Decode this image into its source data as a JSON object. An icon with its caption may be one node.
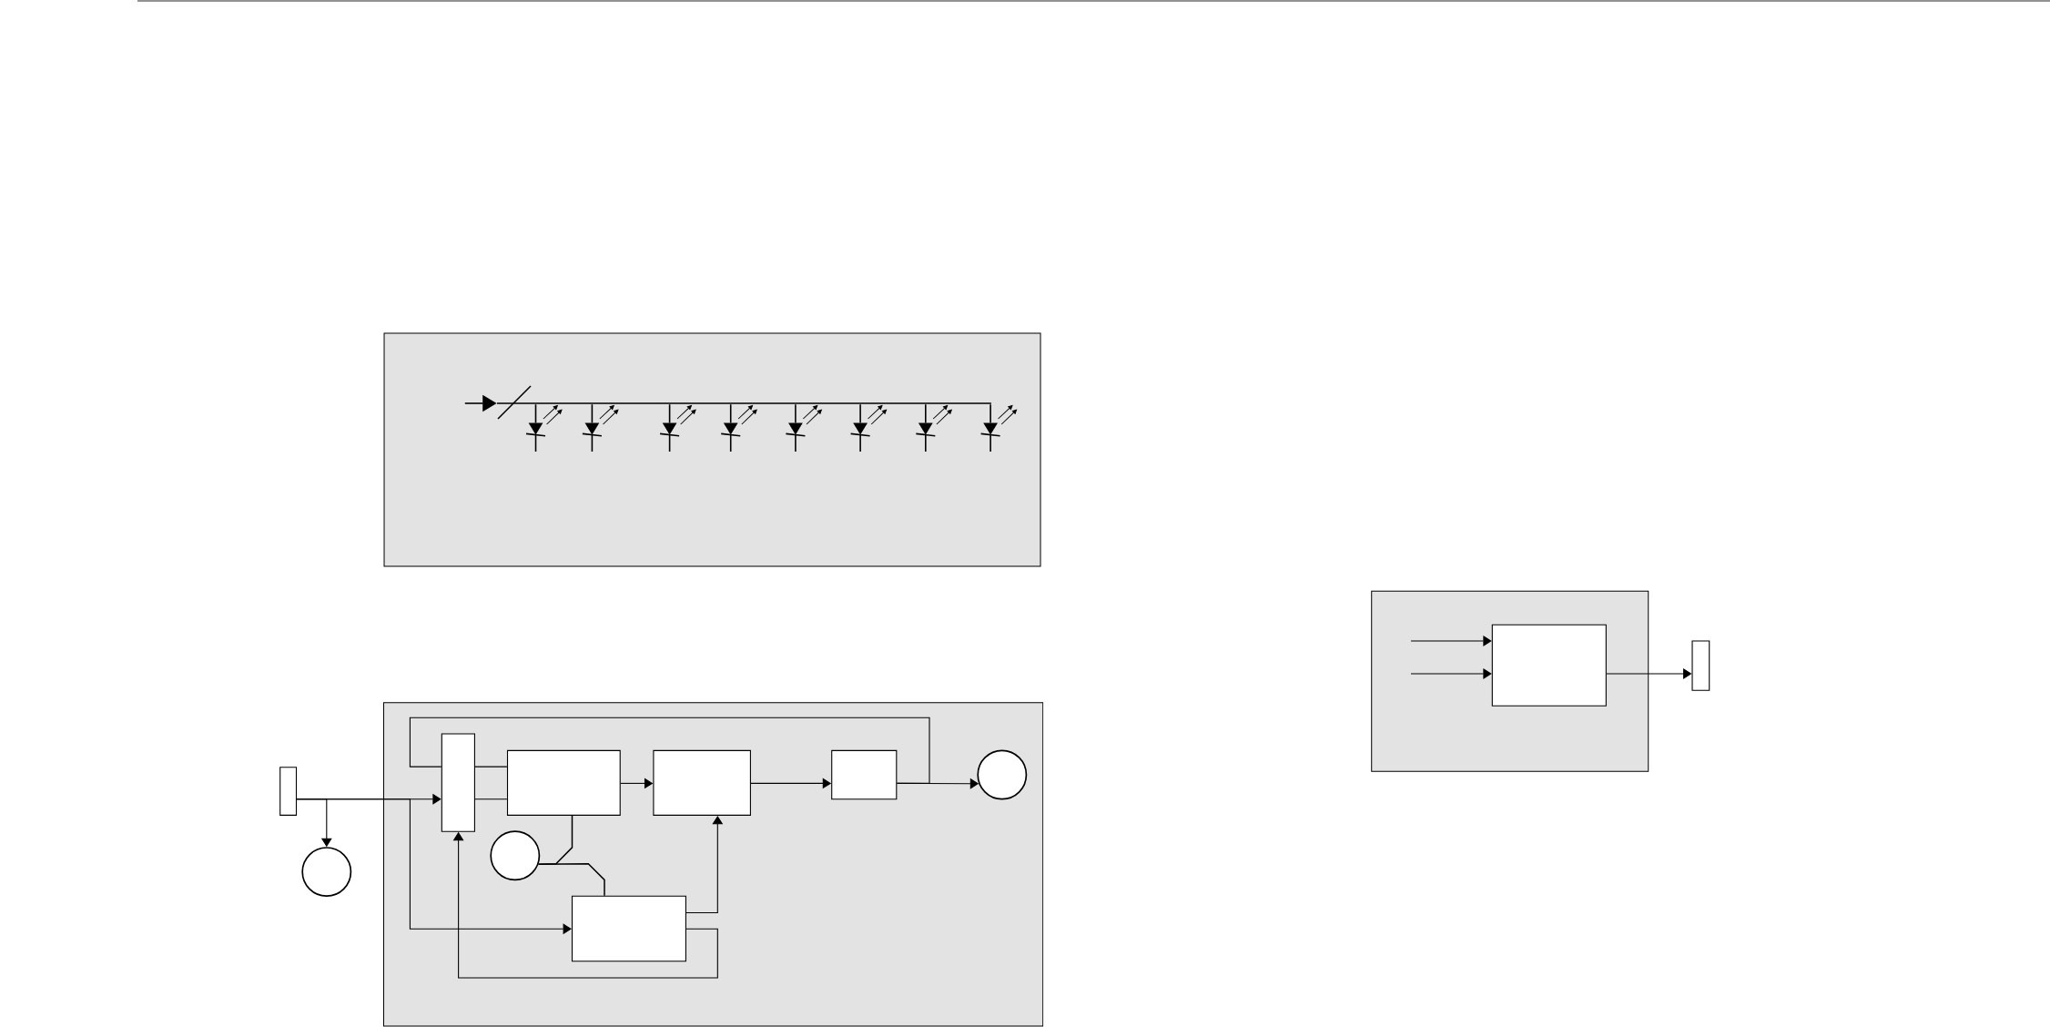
{
  "diagram": {
    "nodes": [
      {
        "text": [],
        "shape": "box"
      },
      {
        "text": [],
        "shape": "bar",
        "in": 0
      },
      {
        "text": [],
        "shape": "led",
        "in": 0
      },
      {
        "text": [],
        "shape": "led",
        "in": 0
      },
      {
        "text": [],
        "shape": "led",
        "in": 0
      },
      {
        "text": [],
        "shape": "led",
        "in": 0
      },
      {
        "text": [],
        "shape": "led",
        "in": 0
      },
      {
        "text": [],
        "shape": "led",
        "in": 0
      },
      {
        "text": [],
        "shape": "led",
        "in": 0
      },
      {
        "text": [],
        "shape": "led",
        "in": 0
      },
      {
        "text": [],
        "shape": "box"
      },
      {
        "text": [],
        "shape": "circle"
      },
      {
        "text": [],
        "shape": "box"
      },
      {
        "text": [],
        "shape": "box",
        "in": 12
      },
      {
        "text": [],
        "shape": "box",
        "in": 12
      },
      {
        "text": [],
        "shape": "box",
        "in": 12
      },
      {
        "text": [],
        "shape": "box",
        "in": 12
      },
      {
        "text": [],
        "shape": "circle",
        "in": 12
      },
      {
        "text": [],
        "shape": "circle",
        "in": 12
      },
      {
        "text": [],
        "shape": "box",
        "in": 12
      },
      {
        "text": [],
        "shape": "box"
      },
      {
        "text": [],
        "shape": "box",
        "in": 20
      },
      {
        "text": [],
        "shape": "box"
      }
    ],
    "edges": [
      {
        "from": null,
        "to": 1,
        "arrow": "to"
      },
      {
        "from": 1,
        "to": 2,
        "arrow": "none"
      },
      {
        "from": 1,
        "to": 3,
        "arrow": "none"
      },
      {
        "from": 1,
        "to": 4,
        "arrow": "none"
      },
      {
        "from": 1,
        "to": 5,
        "arrow": "none"
      },
      {
        "from": 1,
        "to": 6,
        "arrow": "none"
      },
      {
        "from": 1,
        "to": 7,
        "arrow": "none"
      },
      {
        "from": 1,
        "to": 8,
        "arrow": "none"
      },
      {
        "from": 1,
        "to": 9,
        "arrow": "none"
      },
      {
        "from": 10,
        "to": 13,
        "arrow": "to"
      },
      {
        "from": 10,
        "to": 11,
        "arrow": "to"
      },
      {
        "from": 10,
        "to": 19,
        "arrow": "to"
      },
      {
        "from": 13,
        "to": 14,
        "arrow": "none"
      },
      {
        "from": 13,
        "to": 14,
        "arrow": "none"
      },
      {
        "from": 14,
        "to": 15,
        "arrow": "to"
      },
      {
        "from": 15,
        "to": 16,
        "arrow": "to"
      },
      {
        "from": 16,
        "to": 17,
        "arrow": "to"
      },
      {
        "from": 16,
        "to": 13,
        "arrow": "none"
      },
      {
        "from": 18,
        "to": 14,
        "arrow": "none"
      },
      {
        "from": 18,
        "to": 19,
        "arrow": "none"
      },
      {
        "from": 19,
        "to": 15,
        "arrow": "to"
      },
      {
        "from": 19,
        "to": 13,
        "arrow": "to"
      },
      {
        "from": null,
        "to": 21,
        "arrow": "to"
      },
      {
        "from": null,
        "to": 21,
        "arrow": "to"
      },
      {
        "from": 21,
        "to": 22,
        "arrow": "to"
      }
    ]
  }
}
